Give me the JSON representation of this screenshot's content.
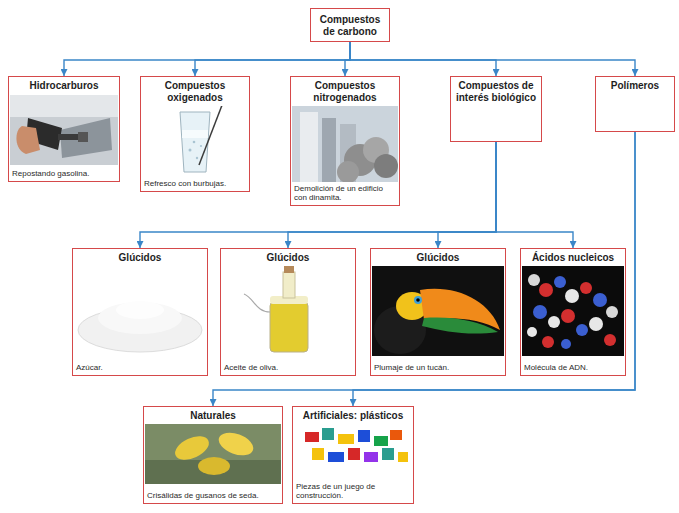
{
  "diagram": {
    "nodes": [
      {
        "text": [
          "Compuestos de carbono"
        ]
      },
      {
        "text": [
          "Hidrocarburos",
          "Repostando gasolina."
        ]
      },
      {
        "text": [
          "Compuestos oxigenados",
          "Refresco con burbujas."
        ]
      },
      {
        "text": [
          "Compuestos nitrogenados",
          "Demolición de un edificio con dinamita."
        ]
      },
      {
        "text": [
          "Compuestos de interés biológico"
        ]
      },
      {
        "text": [
          "Polímeros"
        ]
      },
      {
        "text": [
          "Glúcidos",
          "Azúcar."
        ]
      },
      {
        "text": [
          "Glúcidos",
          "Aceite de oliva."
        ]
      },
      {
        "text": [
          "Glúcidos",
          "Plumaje de un tucán."
        ]
      },
      {
        "text": [
          "Ácidos nucleicos",
          "Molécula de ADN."
        ]
      },
      {
        "text": [
          "Naturales",
          "Crisálidas de gusanos de seda."
        ]
      },
      {
        "text": [
          "Artificiales: plásticos",
          "Piezas de un juego de construcción."
        ]
      }
    ],
    "edges": [
      {
        "from": 0,
        "to": 1,
        "arrow": "to"
      },
      {
        "from": 0,
        "to": 2,
        "arrow": "to"
      },
      {
        "from": 0,
        "to": 3,
        "arrow": "to"
      },
      {
        "from": 0,
        "to": 4,
        "arrow": "to"
      },
      {
        "from": 0,
        "to": 5,
        "arrow": "to"
      },
      {
        "from": 4,
        "to": 6,
        "arrow": "to"
      },
      {
        "from": 4,
        "to": 7,
        "arrow": "to"
      },
      {
        "from": 4,
        "to": 8,
        "arrow": "to"
      },
      {
        "from": 4,
        "to": 9,
        "arrow": "to"
      },
      {
        "from": 5,
        "to": 10,
        "arrow": "to"
      },
      {
        "from": 5,
        "to": 11,
        "arrow": "to"
      }
    ]
  }
}
